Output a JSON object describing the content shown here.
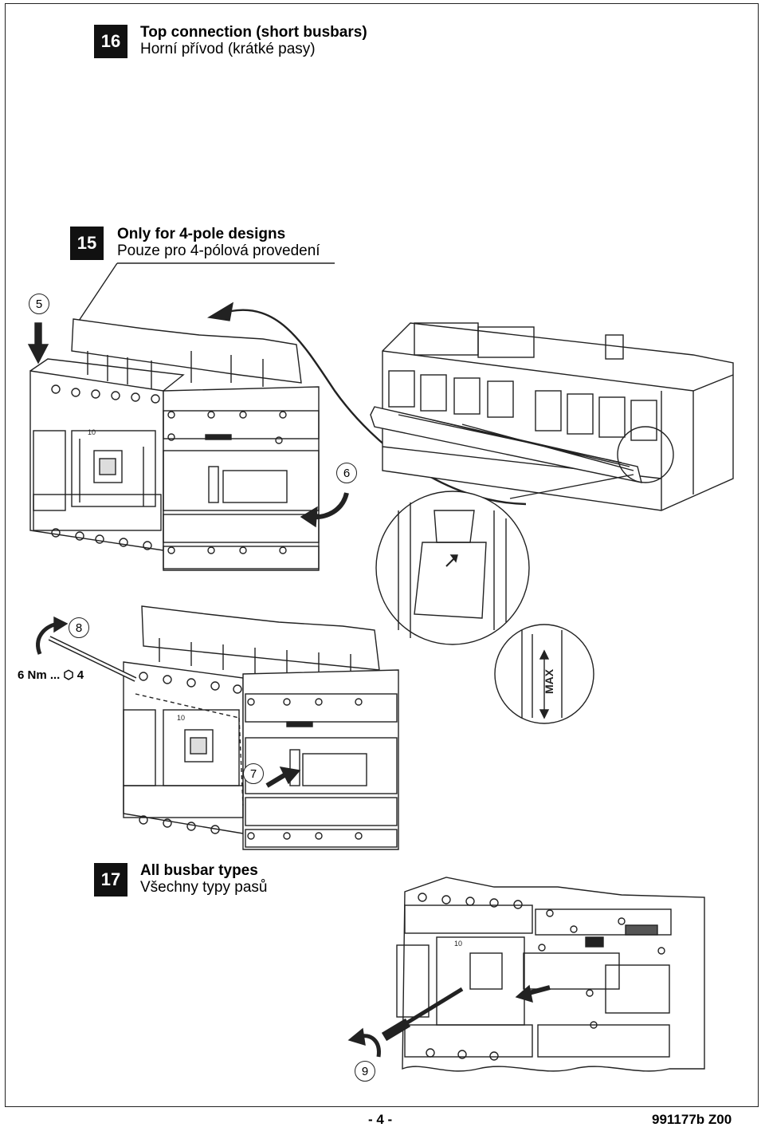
{
  "step16": {
    "number": "16",
    "title_en": "Top connection (short busbars)",
    "title_cz": "Horní přívod (krátké pasy)"
  },
  "step15": {
    "number": "15",
    "title_en": "Only for 4-pole designs",
    "title_cz": "Pouze pro 4-pólová provedení"
  },
  "step17": {
    "number": "17",
    "title_en": "All busbar types",
    "title_cz": "Všechny typy pasů"
  },
  "callouts": {
    "c5": "5",
    "c6": "6",
    "c7": "7",
    "c8": "8",
    "c9": "9"
  },
  "torque": "6 Nm ... ⬡ 4",
  "max_label": "MAX",
  "device_label": "10",
  "footer": {
    "page": "- 4 -",
    "doc_code": "991177b  Z00"
  },
  "icons": [
    "push-down-arrow-icon",
    "rotate-arrow-icon",
    "screwdriver-icon",
    "hex-key-icon"
  ]
}
